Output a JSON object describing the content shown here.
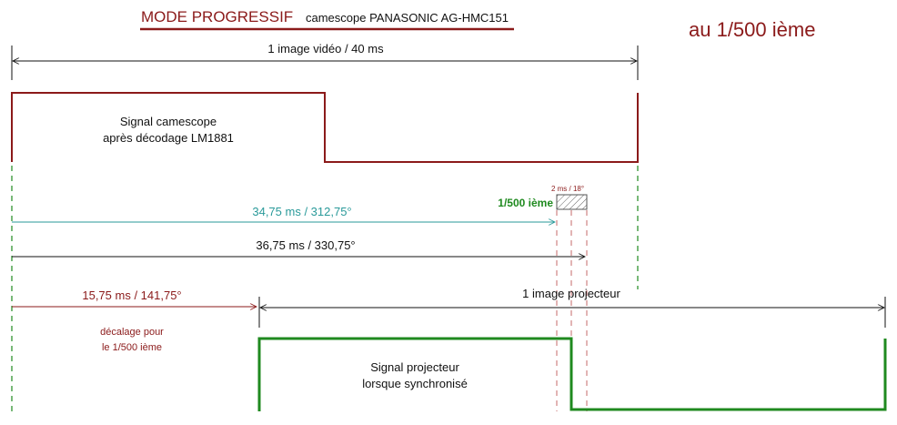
{
  "header": {
    "mode_title": "MODE PROGRESSIF",
    "camera_label": "camescope PANASONIC AG-HMC151",
    "shutter_title": "au 1/500 ième"
  },
  "labels": {
    "video_frame": "1 image vidéo / 40 ms",
    "camera_signal_line1": "Signal camescope",
    "camera_signal_line2": "après décodage LM1881",
    "shutter_slot": "2 ms / 18°",
    "shutter_name": "1/500 ième",
    "delay_teal": "34,75 ms / 312,75°",
    "delay_black": "36,75 ms / 330,75°",
    "offset_red": "15,75 ms / 141,75°",
    "offset_caption_line1": "décalage pour",
    "offset_caption_line2": "le 1/500 ième",
    "projector_frame": "1 image projecteur",
    "projector_signal_line1": "Signal projecteur",
    "projector_signal_line2": "lorsque synchronisé"
  },
  "colors": {
    "dark_red": "#8b1a1a",
    "green": "#1f8a1f",
    "teal": "#2a9a9a",
    "black": "#111111",
    "dash_red": "#c46a6a"
  }
}
